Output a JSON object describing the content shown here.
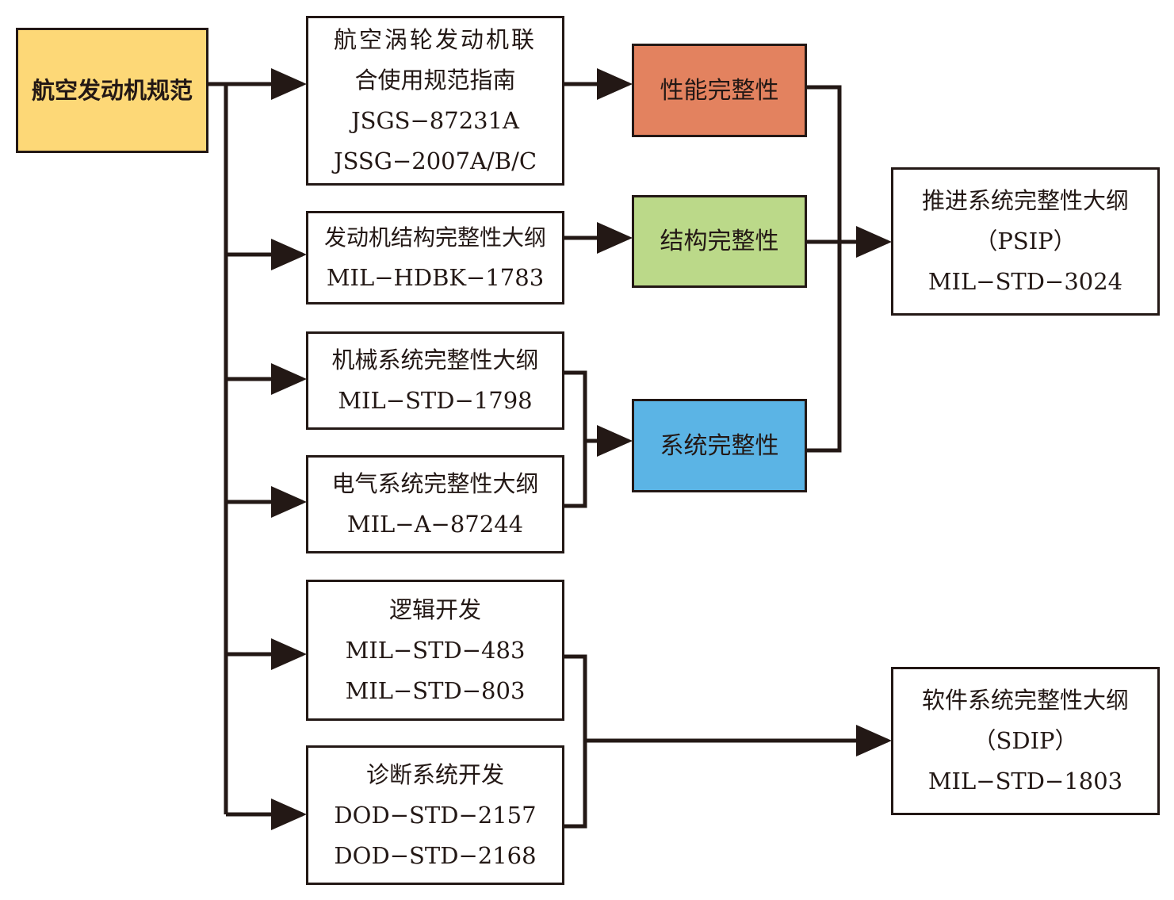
{
  "colors": {
    "root": "#fdd877",
    "performance": "#e3825f",
    "structure": "#bbd989",
    "system": "#5bb4e5",
    "line": "#231815"
  },
  "root": "航空发动机规范",
  "standards": {
    "jsgs": {
      "lines": [
        "航空涡轮发动机联",
        "合使用规范指南",
        "JSGS−87231A",
        "JSSG−2007A/B/C"
      ]
    },
    "engine_structure": {
      "lines": [
        "发动机结构完整性大纲",
        "MIL−HDBK−1783"
      ]
    },
    "mechanical": {
      "lines": [
        "机械系统完整性大纲",
        "MIL−STD−1798"
      ]
    },
    "electrical": {
      "lines": [
        "电气系统完整性大纲",
        "MIL−A−87244"
      ]
    },
    "logic": {
      "lines": [
        "逻辑开发",
        "MIL−STD−483",
        "MIL−STD−803"
      ]
    },
    "diagnostic": {
      "lines": [
        "诊断系统开发",
        "DOD−STD−2157",
        "DOD−STD−2168"
      ]
    }
  },
  "categories": {
    "performance": "性能完整性",
    "structure": "结构完整性",
    "system": "系统完整性"
  },
  "outputs": {
    "psip": {
      "lines": [
        "推进系统完整性大纲",
        "（PSIP）",
        "MIL−STD−3024"
      ]
    },
    "sdip": {
      "lines": [
        "软件系统完整性大纲",
        "（SDIP）",
        "MIL−STD−1803"
      ]
    }
  }
}
